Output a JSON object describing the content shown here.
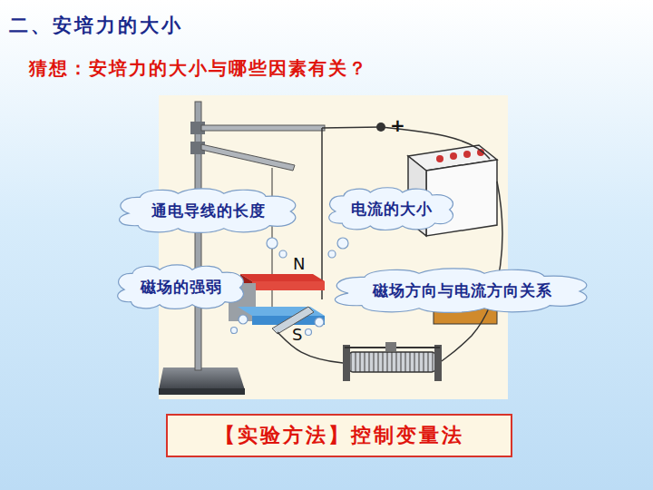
{
  "diagram": {
    "title": "二、安培力的大小",
    "nodes": [
      {
        "text": [
          "通电导线的长度"
        ]
      },
      {
        "text": [
          "电流的大小"
        ]
      },
      {
        "text": [
          "磁场的强弱"
        ]
      },
      {
        "text": [
          "磁场方向与电流方向关系"
        ]
      },
      {
        "text": [
          "【实验方法】控制变量法"
        ]
      }
    ],
    "labels": [
      "猜想：安培力的大小与哪些因素有关？",
      "N",
      "S",
      "+"
    ]
  }
}
